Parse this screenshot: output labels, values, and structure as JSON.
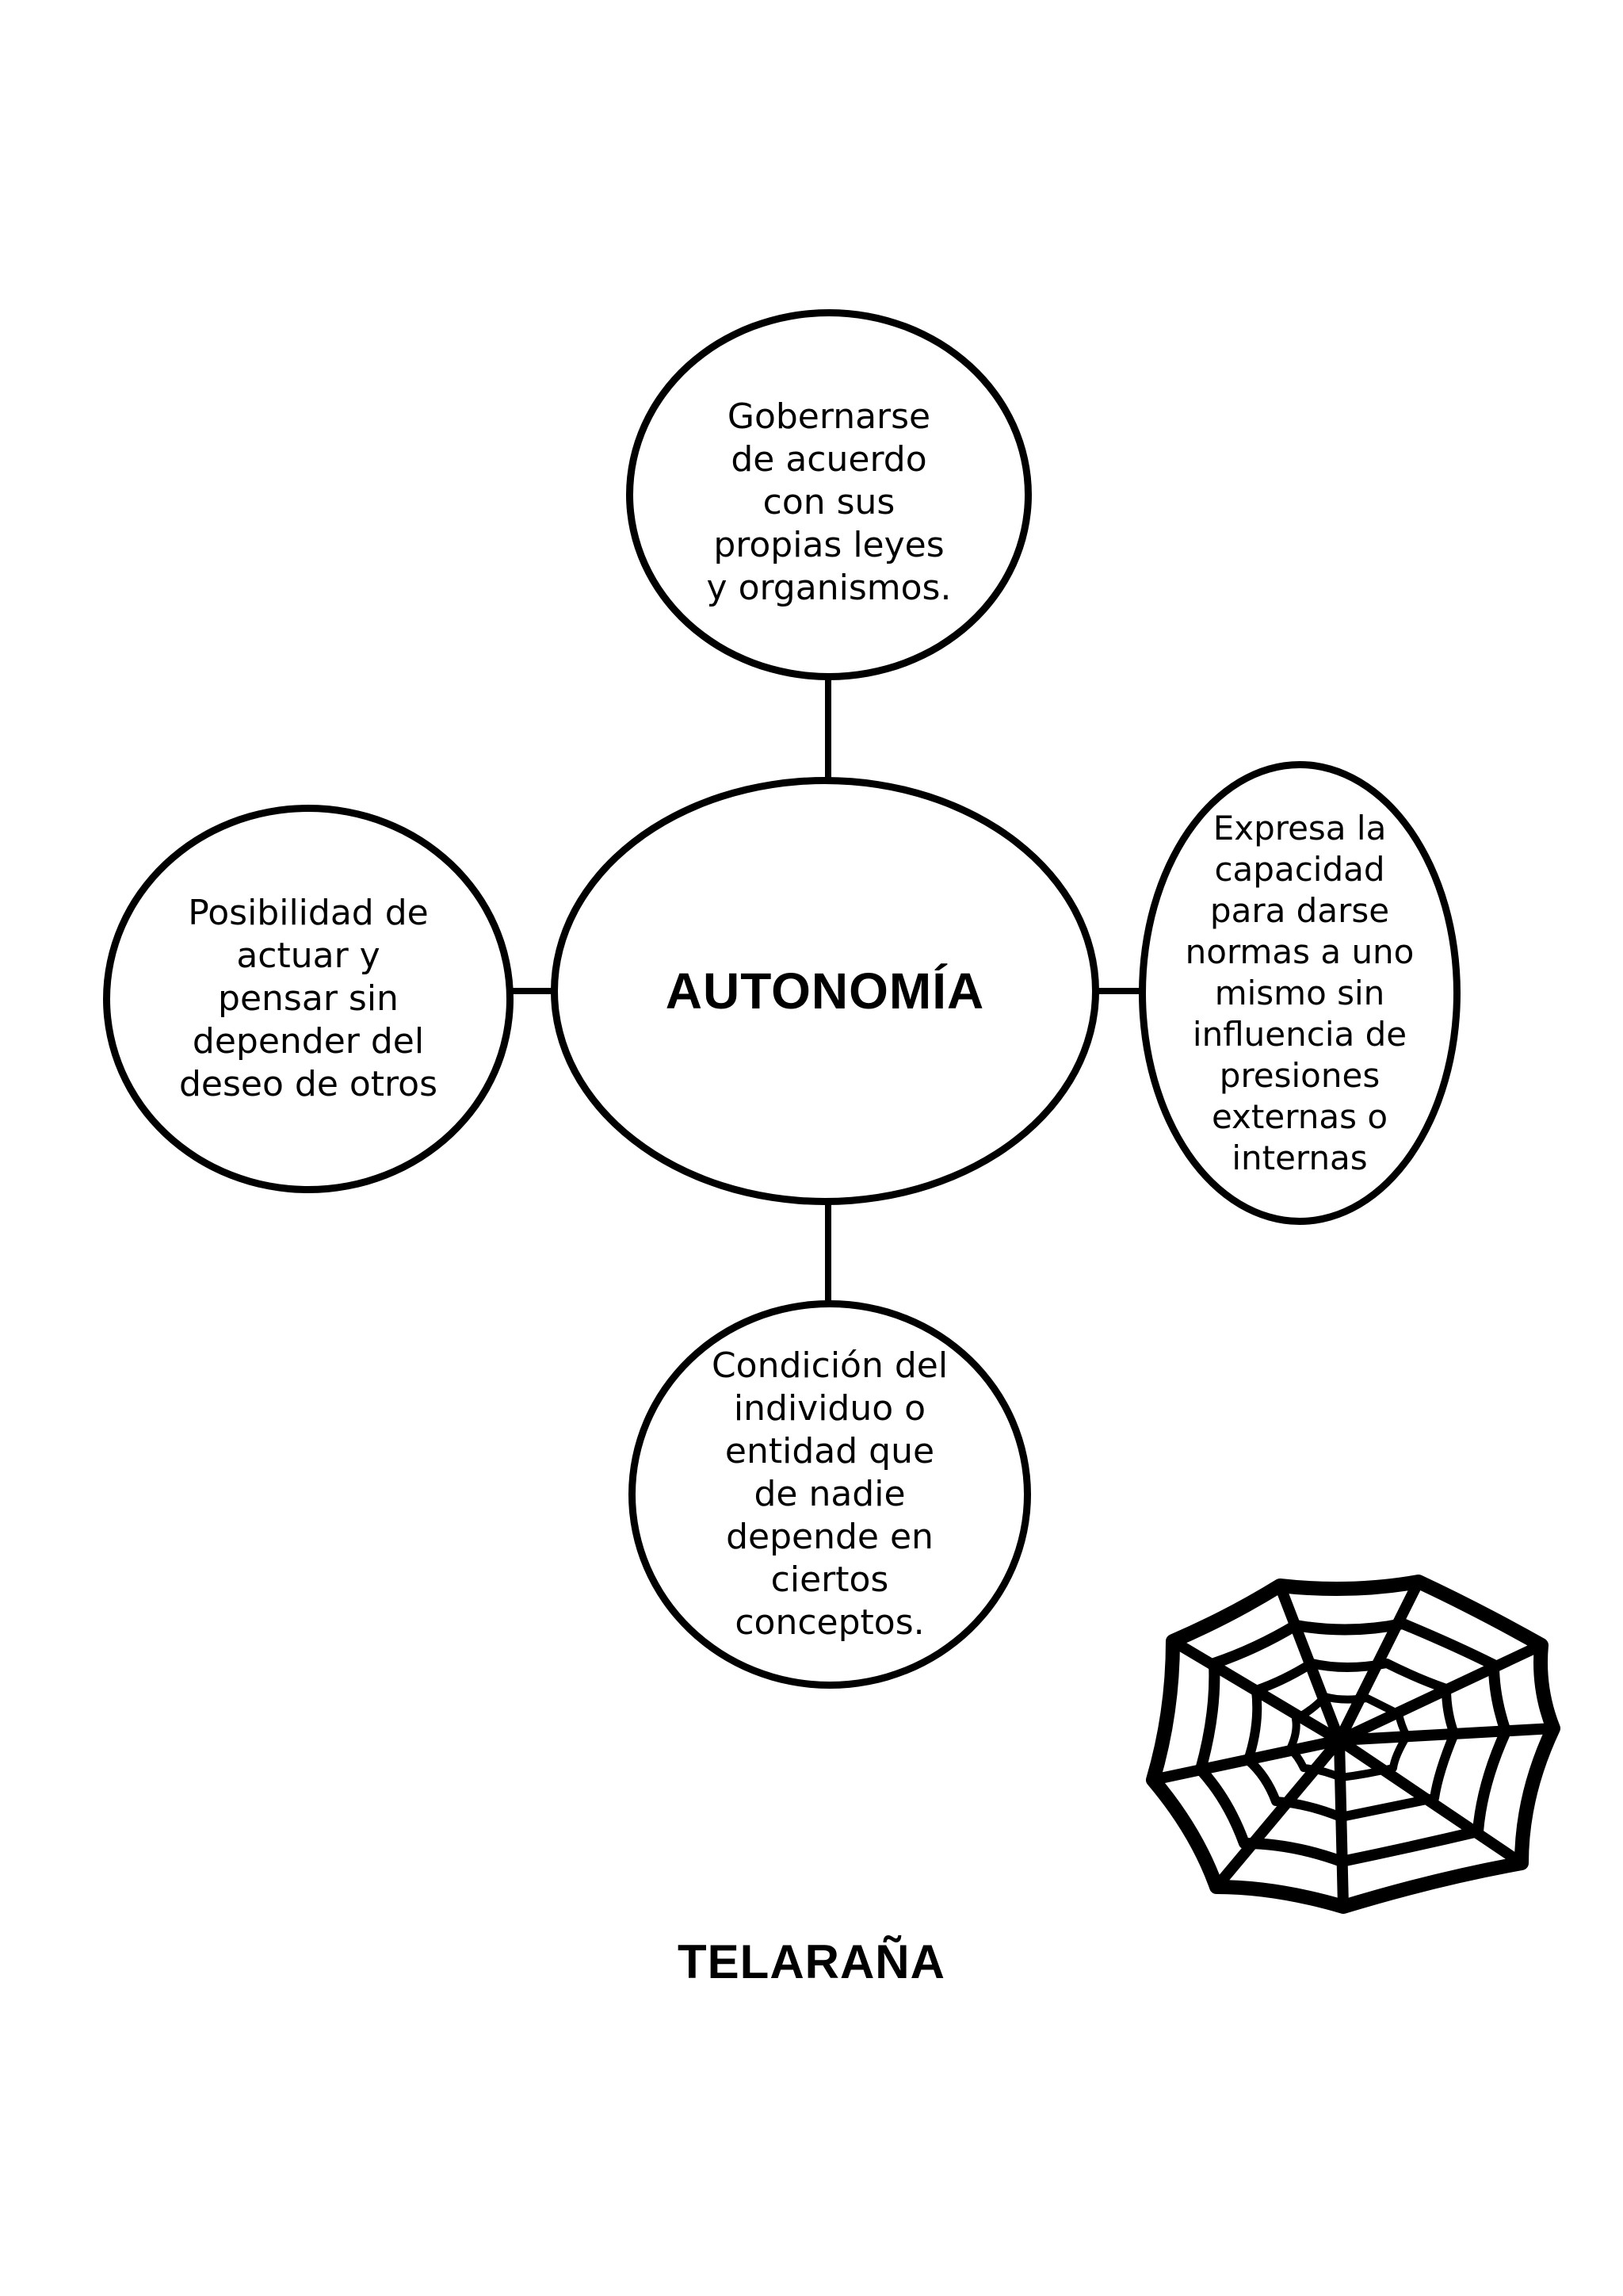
{
  "diagram": {
    "center": {
      "label": "AUTONOMÍA"
    },
    "nodes": {
      "top": "Gobernarse\nde acuerdo\ncon sus\npropias leyes\ny organismos.",
      "left": "Posibilidad de\nactuar y\npensar sin\ndepender del\ndeseo de otros",
      "right": "Expresa la\ncapacidad\npara darse\nnormas a uno\nmismo sin\ninfluencia de\npresiones\nexternas o\ninternas",
      "bottom": "Condición del\nindividuo o\nentidad que\nde nadie\ndepende en\nciertos\nconceptos."
    },
    "icon": "spider-web-icon"
  },
  "footer": {
    "title": "TELARAÑA"
  }
}
